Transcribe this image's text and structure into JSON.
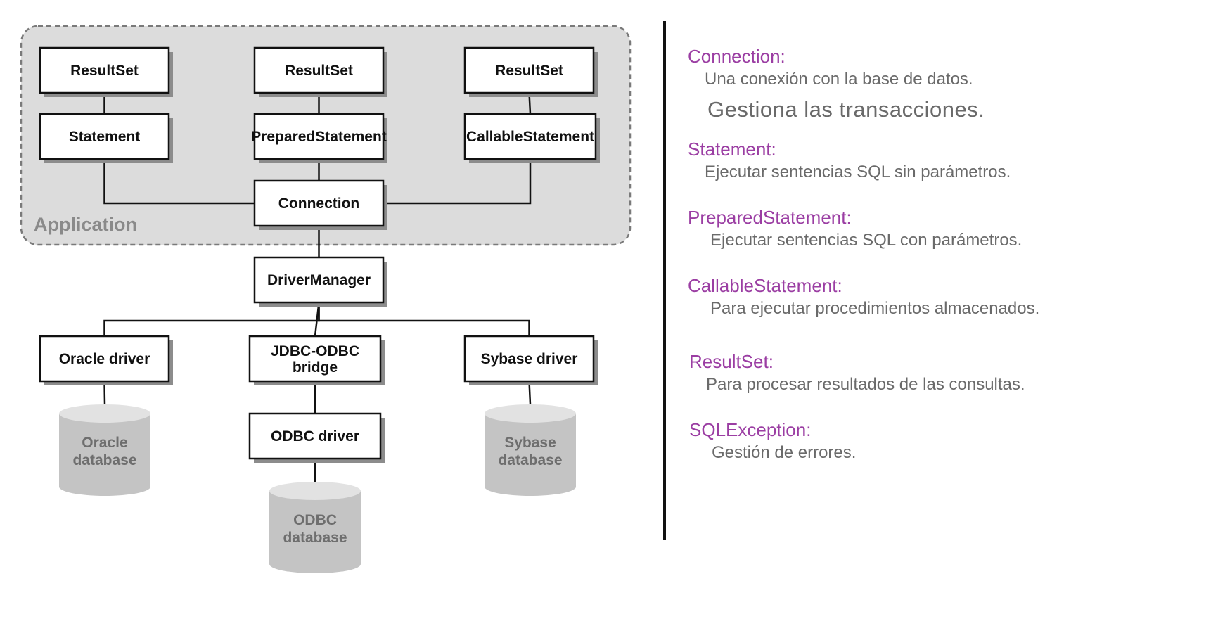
{
  "diagram": {
    "container_label": "Application",
    "colors": {
      "container_fill": "#dcdcdc",
      "container_border": "#7a7a7a",
      "database_fill": "#c4c4c4",
      "node_border": "#111111"
    },
    "nodes": [
      {
        "id": "rs1",
        "label": "ResultSet",
        "kind": "box"
      },
      {
        "id": "rs2",
        "label": "ResultSet",
        "kind": "box"
      },
      {
        "id": "rs3",
        "label": "ResultSet",
        "kind": "box"
      },
      {
        "id": "stmt",
        "label": "Statement",
        "kind": "box"
      },
      {
        "id": "pstmt",
        "label": "PreparedStatement",
        "kind": "box"
      },
      {
        "id": "cstmt",
        "label": "CallableStatement",
        "kind": "box"
      },
      {
        "id": "conn",
        "label": "Connection",
        "kind": "box"
      },
      {
        "id": "dm",
        "label": "DriverManager",
        "kind": "box"
      },
      {
        "id": "oracle",
        "label": "Oracle driver",
        "kind": "box"
      },
      {
        "id": "bridge",
        "label": "JDBC-ODBC\nbridge",
        "kind": "box"
      },
      {
        "id": "sybase",
        "label": "Sybase driver",
        "kind": "box"
      },
      {
        "id": "odbc",
        "label": "ODBC driver",
        "kind": "box"
      },
      {
        "id": "oracledb",
        "label": "Oracle\ndatabase",
        "kind": "database"
      },
      {
        "id": "odbcdb",
        "label": "ODBC\ndatabase",
        "kind": "database"
      },
      {
        "id": "sybasedb",
        "label": "Sybase\ndatabase",
        "kind": "database"
      }
    ],
    "edges": [
      {
        "from": "rs1",
        "to": "stmt"
      },
      {
        "from": "rs2",
        "to": "pstmt"
      },
      {
        "from": "rs3",
        "to": "cstmt"
      },
      {
        "from": "pstmt",
        "to": "conn"
      },
      {
        "from": "stmt",
        "to": "conn"
      },
      {
        "from": "cstmt",
        "to": "conn"
      },
      {
        "from": "conn",
        "to": "dm"
      },
      {
        "from": "dm",
        "to": "oracle"
      },
      {
        "from": "dm",
        "to": "bridge"
      },
      {
        "from": "dm",
        "to": "sybase"
      },
      {
        "from": "oracle",
        "to": "oracledb"
      },
      {
        "from": "bridge",
        "to": "odbc"
      },
      {
        "from": "odbc",
        "to": "odbcdb"
      },
      {
        "from": "sybase",
        "to": "sybasedb"
      }
    ]
  },
  "legend": {
    "items": [
      {
        "term": "Connection:",
        "description": "Una conexión con la base de datos.",
        "extra": "Gestiona las transacciones."
      },
      {
        "term": "Statement:",
        "description": "Ejecutar sentencias SQL sin parámetros."
      },
      {
        "term": "PreparedStatement:",
        "description": "Ejecutar sentencias SQL con parámetros."
      },
      {
        "term": "CallableStatement:",
        "description": "Para ejecutar procedimientos almacenados."
      },
      {
        "term": "ResultSet:",
        "description": "Para procesar resultados de las consultas."
      },
      {
        "term": "SQLException:",
        "description": "Gestión de errores."
      }
    ],
    "colors": {
      "term": "#9b3ea3",
      "description": "#6a6a6a"
    }
  }
}
